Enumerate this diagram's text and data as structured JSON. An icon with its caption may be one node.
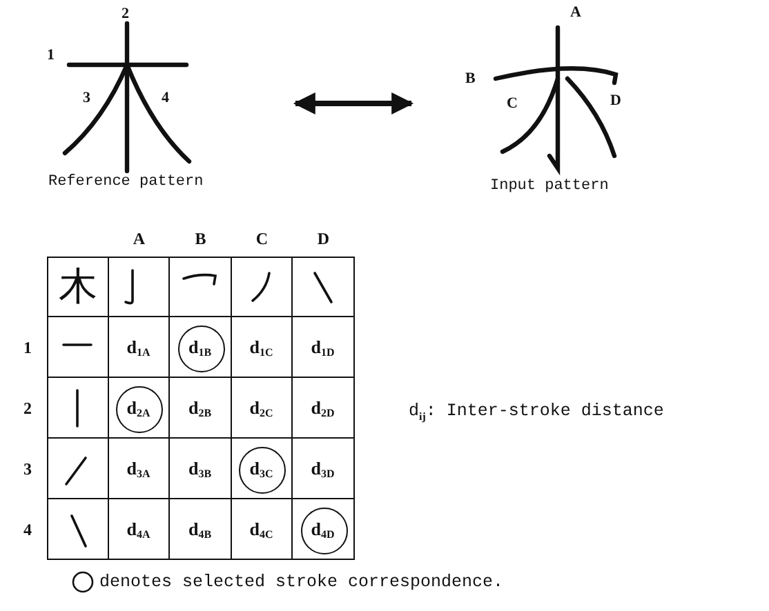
{
  "diagram": {
    "nodes": [
      {
        "text": [
          "2",
          "1",
          "3",
          "4",
          "Reference pattern"
        ]
      },
      {
        "text": [
          "A",
          "B",
          "C",
          "D",
          "Input pattern"
        ]
      }
    ],
    "edges": [
      {
        "from": 0,
        "to": 1,
        "arrow": "both"
      }
    ],
    "labels": [
      "A",
      "B",
      "C",
      "D",
      "木",
      "1",
      "d$_{1A}$",
      "d$_{1B}$",
      "d$_{1C}$",
      "d$_{1D}$",
      "2",
      "d$_{2A}$",
      "d$_{2B}$",
      "d$_{2C}$",
      "d$_{2D}$",
      "3",
      "d$_{3A}$",
      "d$_{3B}$",
      "d$_{3C}$",
      "d$_{3D}$",
      "4",
      "d$_{4A}$",
      "d$_{4B}$",
      "d$_{4C}$",
      "d$_{4D}$",
      "d$_{ij}$: Inter-stroke distance"
    ],
    "legend": [
      {
        "text": "denotes selected stroke correspondence."
      }
    ]
  }
}
